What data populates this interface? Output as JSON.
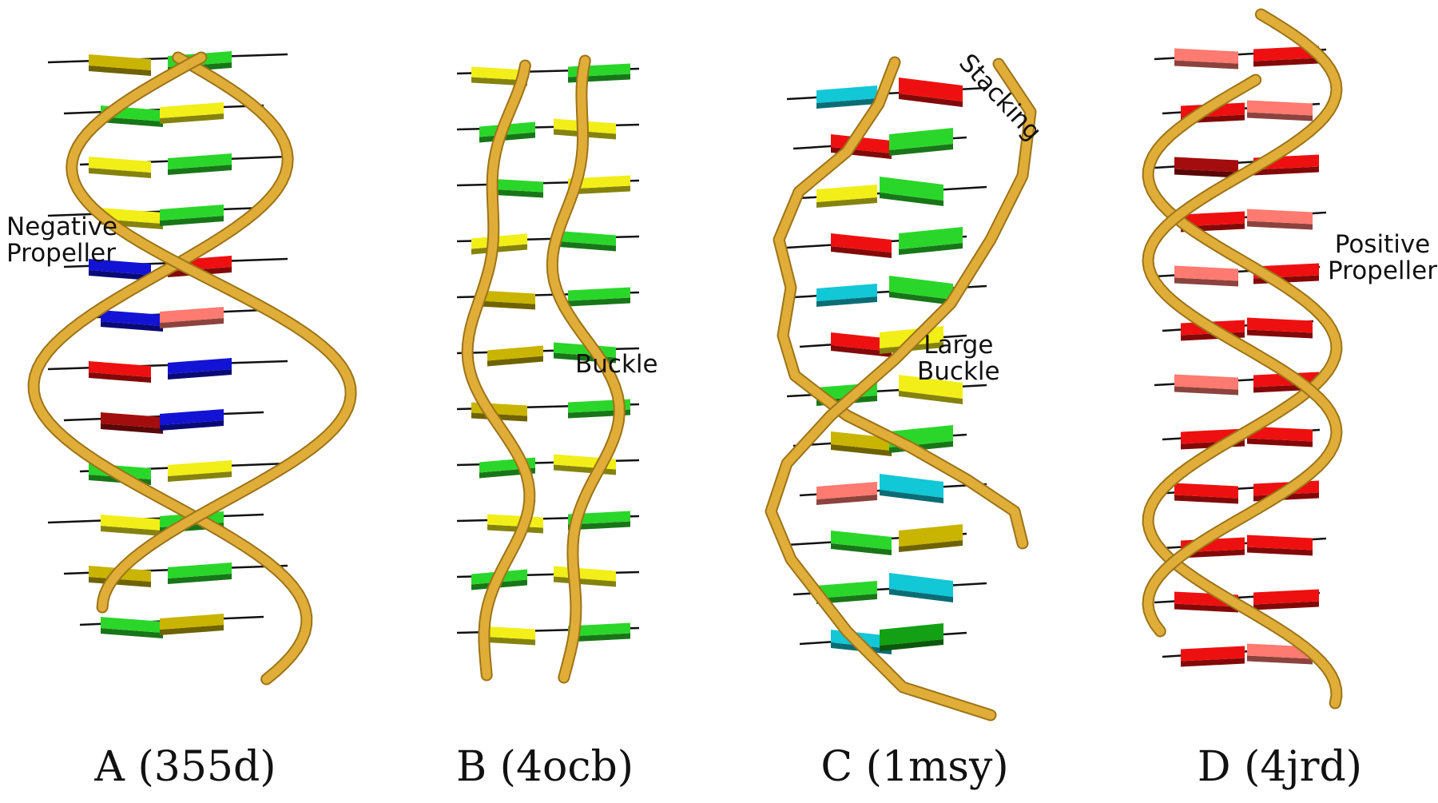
{
  "palette": {
    "backbone": "#e0ad38",
    "backbone_shadow": "#9c7418",
    "pair_line": "#111111",
    "olive": "#c9b400",
    "yellow": "#f2ee18",
    "green": "#2bd62b",
    "dark_green": "#14a014",
    "red": "#ee1010",
    "dark_red": "#a40d0d",
    "salmon": "#ff7a70",
    "blue": "#1313d6",
    "cyan": "#12c7d6"
  },
  "panels": [
    {
      "caption": "A (355d)",
      "annotations": [
        "Negative Propeller"
      ],
      "plate_colors": [
        "olive",
        "green",
        "green",
        "yellow",
        "yellow",
        "green",
        "yellow",
        "green",
        "blue",
        "red",
        "blue",
        "salmon",
        "red",
        "blue",
        "dark_red",
        "blue",
        "green",
        "yellow",
        "yellow",
        "green",
        "olive",
        "green",
        "green",
        "olive"
      ]
    },
    {
      "caption": "B (4ocb)",
      "annotations": [
        "Buckle"
      ],
      "plate_colors": [
        "yellow",
        "green",
        "green",
        "yellow",
        "green",
        "yellow",
        "yellow",
        "green",
        "olive",
        "green",
        "olive",
        "green",
        "olive",
        "green",
        "green",
        "yellow",
        "yellow",
        "green",
        "green",
        "yellow",
        "yellow",
        "green"
      ]
    },
    {
      "caption": "C (1msy)",
      "annotations": [
        "Stacking",
        "Large Buckle"
      ],
      "plate_colors": [
        "cyan",
        "red",
        "red",
        "green",
        "yellow",
        "green",
        "red",
        "green",
        "cyan",
        "green",
        "red",
        "yellow",
        "green",
        "yellow",
        "olive",
        "green",
        "salmon",
        "cyan",
        "green",
        "olive",
        "green",
        "cyan",
        "cyan",
        "dark_green"
      ]
    },
    {
      "caption": "D (4jrd)",
      "annotations": [
        "Positive Propeller"
      ],
      "plate_colors": [
        "salmon",
        "red",
        "red",
        "salmon",
        "dark_red",
        "red",
        "red",
        "salmon",
        "salmon",
        "red",
        "red",
        "red",
        "salmon",
        "red",
        "red",
        "red",
        "red",
        "red",
        "red",
        "red",
        "red",
        "red",
        "red",
        "salmon"
      ]
    }
  ],
  "text": {
    "A_label_1": "Negative",
    "A_label_2": "Propeller",
    "B_label": "Buckle",
    "C_label_top": "Stacking",
    "C_label_1": "Large",
    "C_label_2": "Buckle",
    "D_label_1": "Positive",
    "D_label_2": "Propeller"
  }
}
